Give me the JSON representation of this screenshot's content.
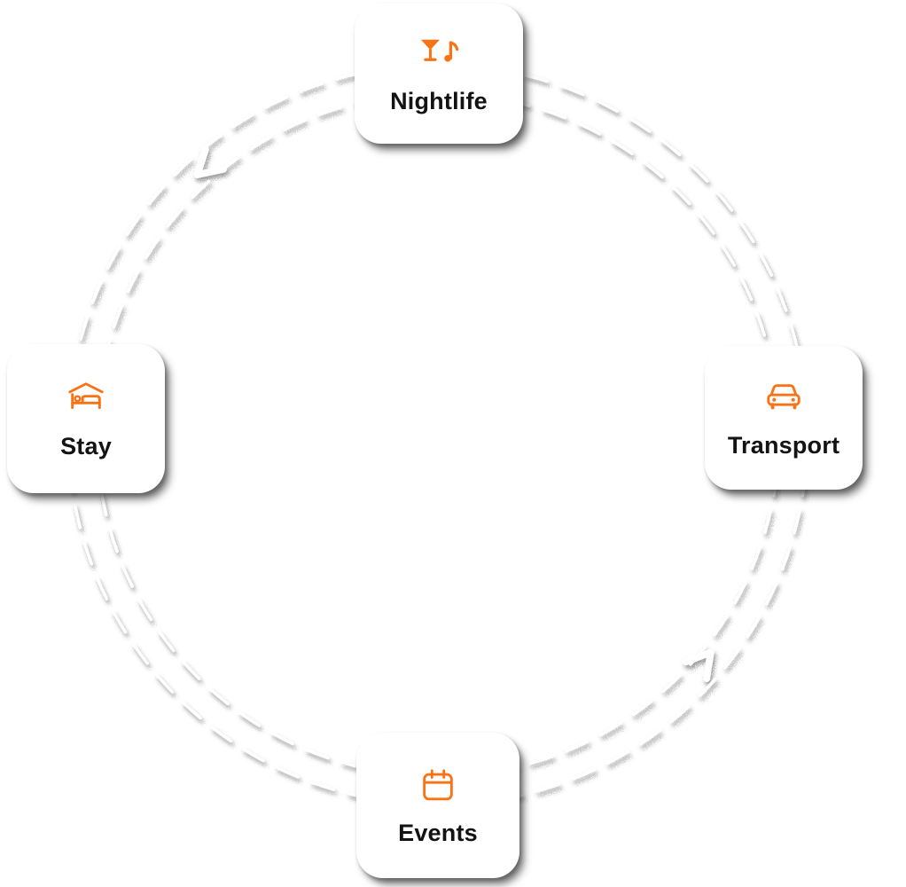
{
  "colors": {
    "accent": "#F97316",
    "text": "#131313",
    "card_background": "#FFFFFF",
    "ring": "#FFFFFF",
    "background": "#FFFFFF"
  },
  "diagram": {
    "type": "cycle",
    "flow_direction": "counter-clockwise",
    "nodes": [
      {
        "label": "Nightlife",
        "icon": "cocktail-music-icon",
        "position": "top"
      },
      {
        "label": "Transport",
        "icon": "car-icon",
        "position": "right"
      },
      {
        "label": "Events",
        "icon": "calendar-icon",
        "position": "bottom"
      },
      {
        "label": "Stay",
        "icon": "bed-icon",
        "position": "left"
      }
    ],
    "arrows": [
      {
        "icon": "arrow-head-icon",
        "position": "top-left",
        "points": "down-left"
      },
      {
        "icon": "arrow-head-icon",
        "position": "bottom-right",
        "points": "up-right"
      }
    ]
  }
}
